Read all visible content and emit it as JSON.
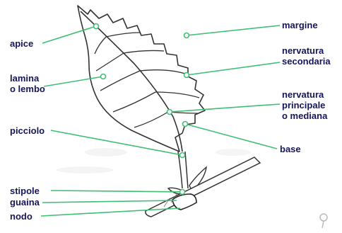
{
  "labels": {
    "apice": "apice",
    "lamina_line1": "lamina",
    "lamina_line2": "o lembo",
    "picciolo": "picciolo",
    "stipole": "stipole",
    "guaina": "guaina",
    "nodo": "nodo",
    "margine": "margine",
    "nerv_sec_line1": "nervatura",
    "nerv_sec_line2": "secondaria",
    "nerv_pri_line1": "nervatura",
    "nerv_pri_line2": "principale",
    "nerv_pri_line3": "o mediana",
    "base": "base"
  },
  "colors": {
    "label_text": "#15155a",
    "leader_line": "#3fbf73",
    "outline": "#333333"
  }
}
